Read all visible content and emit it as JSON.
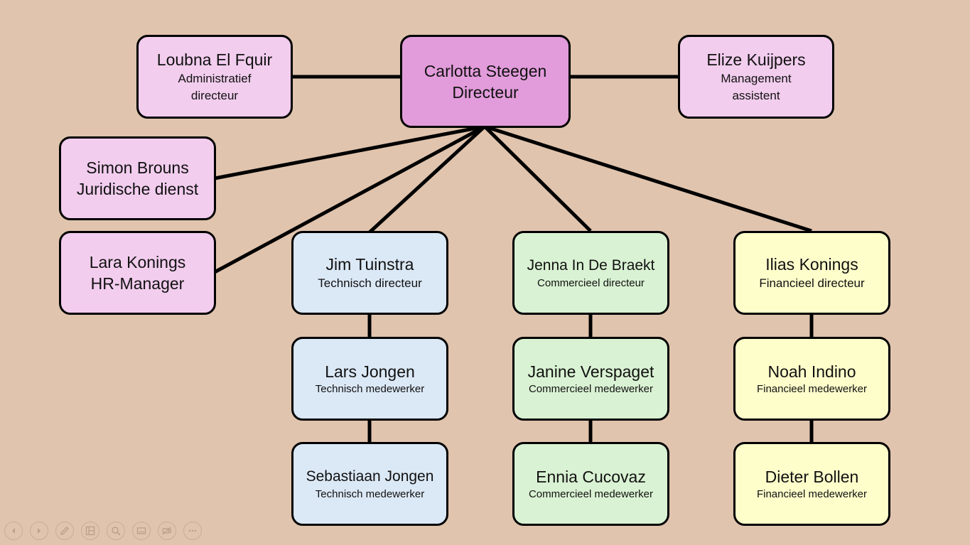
{
  "nodes": {
    "director": {
      "name": "Carlotta Steegen",
      "role": "Directeur"
    },
    "admin": {
      "name": "Loubna El Fquir",
      "role": "Administratief directeur"
    },
    "assistant": {
      "name": "Elize Kuijpers",
      "role": "Management assistent"
    },
    "legal": {
      "name": "Simon Brouns",
      "role": "Juridische dienst"
    },
    "hr": {
      "name": "Lara Konings",
      "role": "HR-Manager"
    },
    "tech_dir": {
      "name": "Jim Tuinstra",
      "role": "Technisch directeur"
    },
    "tech_1": {
      "name": "Lars Jongen",
      "role": "Technisch medewerker"
    },
    "tech_2": {
      "name": "Sebastiaan Jongen",
      "role": "Technisch medewerker"
    },
    "comm_dir": {
      "name": "Jenna In De Braekt",
      "role": "Commercieel directeur"
    },
    "comm_1": {
      "name": "Janine Verspaget",
      "role": "Commercieel medewerker"
    },
    "comm_2": {
      "name": "Ennia Cucovaz",
      "role": "Commercieel medewerker"
    },
    "fin_dir": {
      "name": "Ilias Konings",
      "role": "Financieel directeur"
    },
    "fin_1": {
      "name": "Noah Indino",
      "role": "Financieel medewerker"
    },
    "fin_2": {
      "name": "Dieter Bollen",
      "role": "Financieel medewerker"
    }
  },
  "colors": {
    "background": "#e0c4ae",
    "management": "#f2cdee",
    "director": "#e29cdb",
    "technical": "#dbe8f6",
    "commercial": "#d9f2d3",
    "financial": "#fefecb"
  },
  "toolbar": {
    "icons": [
      "previous-slide-icon",
      "next-slide-icon",
      "pen-icon",
      "slides-grid-icon",
      "zoom-icon",
      "subtitles-icon",
      "camera-off-icon",
      "more-options-icon"
    ]
  }
}
